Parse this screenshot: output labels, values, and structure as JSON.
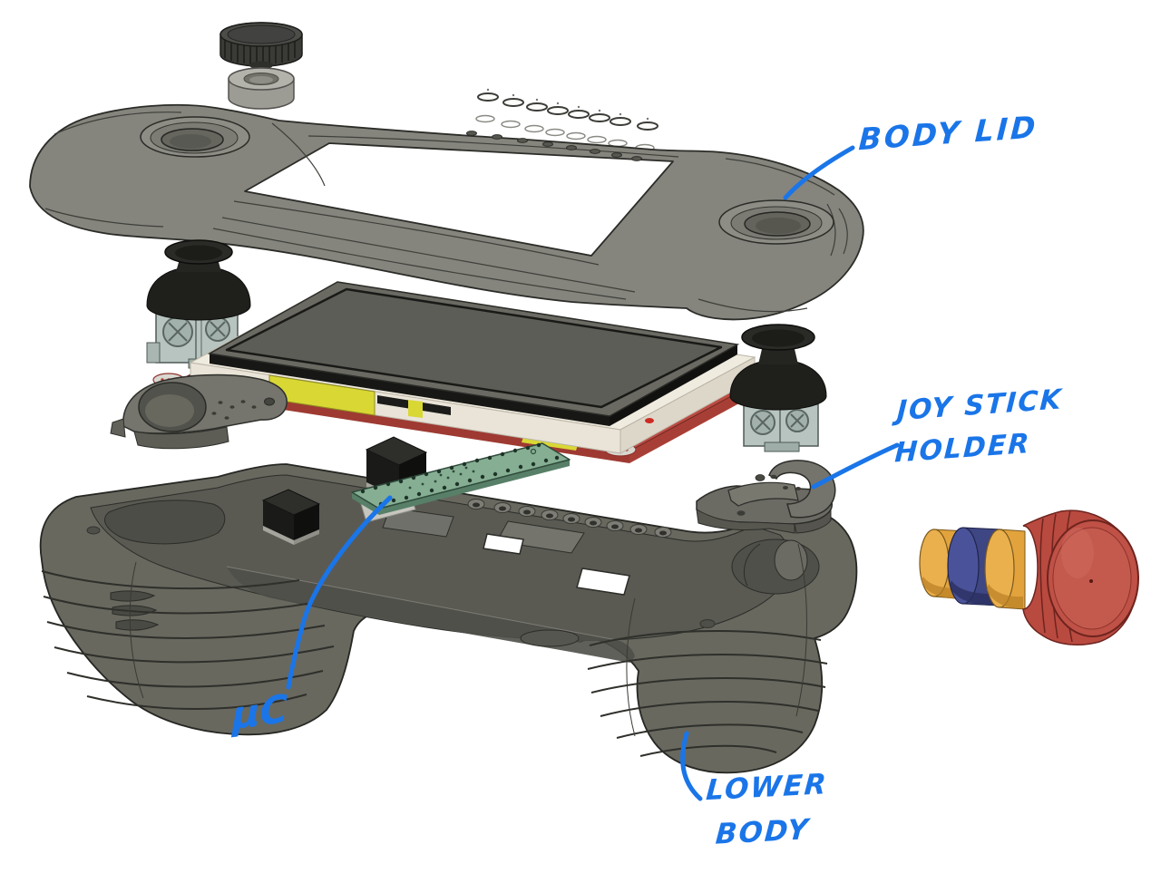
{
  "figure": {
    "kind": "CAD exploded-view diagram of a handheld game controller",
    "background_color": "#ffffff",
    "annotation_color": "#1a75e8"
  },
  "annotations": {
    "body_lid": {
      "text": "BODY LID"
    },
    "joy_stick_holder": {
      "line1": "JOY STICK",
      "line2": "HOLDER"
    },
    "microcontroller": {
      "text": "µC"
    },
    "lower_body": {
      "line1": "LOWER",
      "line2": "BODY"
    }
  },
  "parts": {
    "scroll_knob": "knurled thumb knob",
    "knob_ring": "knob spacer ring",
    "button_pins": {
      "name": "button pins",
      "count": 8
    },
    "body_lid": "body lid frame with screen window and two thumbstick openings",
    "joystick_left": "left analog joystick module with black cap",
    "joystick_right": "right analog joystick module with black cap",
    "display": "display assembly: dark screen, cream frame, red PCB with yellow components",
    "joystick_holder_left": "left joystick holder bracket",
    "joystick_holder_right": "right joystick holder bracket",
    "mcu_board": "green microcontroller breakout board",
    "black_component_count": 2,
    "lower_body": "lower body shell with ribbed hand grips",
    "rotary_knob": "rotary knob with yellow shaft, blue ring, yellow ring and red cap"
  },
  "palette": {
    "lid_gray": "#85857d",
    "lower_body_gray": "#68685f",
    "screen_gray": "#6a6a63",
    "frame_cream": "#efeadf",
    "pcb_red": "#bb4a41",
    "component_yellow": "#d9d734",
    "mcu_green": "#85ae93",
    "joystick_black": "#1d1d1a",
    "module_teal": "#b7c4bf",
    "knob_yellow": "#e2a33d",
    "knob_blue": "#3e4683",
    "knob_red": "#b94a40"
  }
}
